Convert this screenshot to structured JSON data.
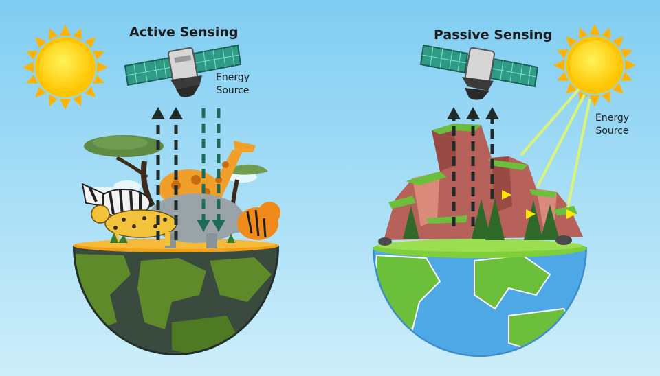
{
  "panels": {
    "active": {
      "title": "Active Sensing",
      "energy_line1": "Energy",
      "energy_line2": "Source"
    },
    "passive": {
      "title": "Passive Sensing",
      "energy_line1": "Energy",
      "energy_line2": "Source"
    }
  },
  "colors": {
    "sky_top": "#7fcdf2",
    "sky_bottom": "#cdeefa",
    "sun": "#ffd21a",
    "sun_ray": "#ffb300",
    "arrow_reflected": "#1f2b2b",
    "arrow_emitted": "#1e6a5a",
    "sunlight_beam": "#d9f47a",
    "savanna_soil": "#f0a012",
    "land_dark": "#2f3f3a",
    "land_green": "#5f8a2a",
    "ocean": "#4fa8e6",
    "land_bright": "#6cbf3a"
  },
  "icons": {
    "sun": "sun-icon",
    "satellite": "satellite-icon",
    "globe": "globe-icon"
  }
}
